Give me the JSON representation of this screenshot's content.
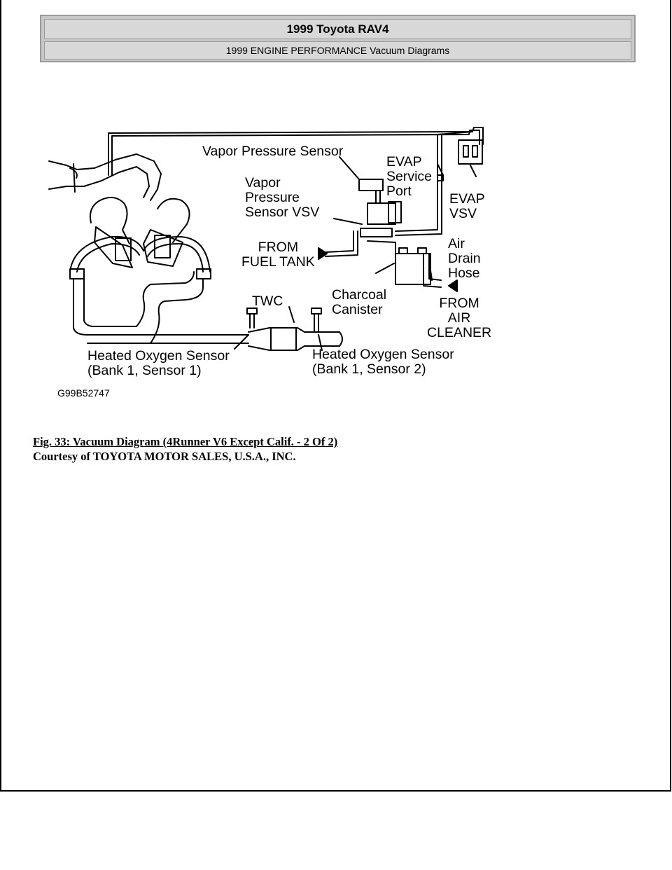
{
  "header": {
    "title": "1999 Toyota RAV4",
    "subtitle": "1999 ENGINE PERFORMANCE Vacuum Diagrams"
  },
  "diagram": {
    "labels": {
      "vapor_pressure_sensor": "Vapor Pressure Sensor",
      "evap_service_port": "EVAP\nService\nPort",
      "vapor_pressure_sensor_vsv": "Vapor\nPressure\nSensor VSV",
      "evap_vsv": "EVAP\nVSV",
      "from_fuel_tank": "FROM\nFUEL TANK",
      "air_drain_hose": "Air\nDrain\nHose",
      "charcoal_canister": "Charcoal\nCanister",
      "from_air_cleaner": "FROM\nAIR\nCLEANER",
      "twc": "TWC",
      "ho2s_bank1_sensor1": "Heated Oxygen Sensor\n(Bank 1, Sensor 1)",
      "ho2s_bank1_sensor2": "Heated Oxygen Sensor\n(Bank 1, Sensor 2)",
      "figure_code": "G99B52747"
    }
  },
  "caption": "Fig. 33: Vacuum Diagram (4Runner V6 Except Calif. - 2 Of 2)",
  "courtesy": "Courtesy of TOYOTA MOTOR SALES, U.S.A., INC."
}
